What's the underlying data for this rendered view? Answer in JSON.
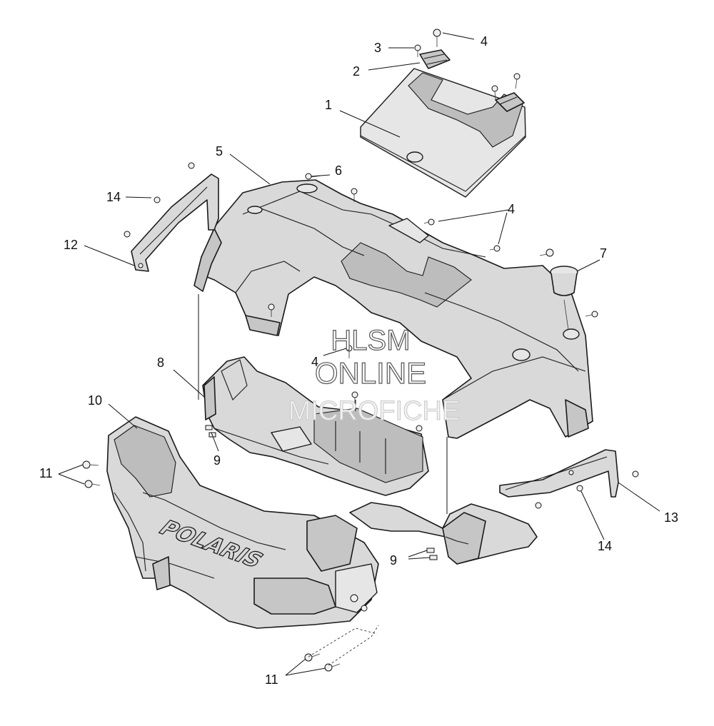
{
  "callouts": [
    "1",
    "2",
    "3",
    "4",
    "4",
    "4",
    "4",
    "5",
    "6",
    "7",
    "8",
    "9",
    "9",
    "10",
    "11",
    "11",
    "12",
    "13",
    "14",
    "14"
  ],
  "part_branding": "POLARIS",
  "watermark": {
    "line1": "HLSM",
    "line2": "ONLINE",
    "line3": "MICROFICHE"
  }
}
